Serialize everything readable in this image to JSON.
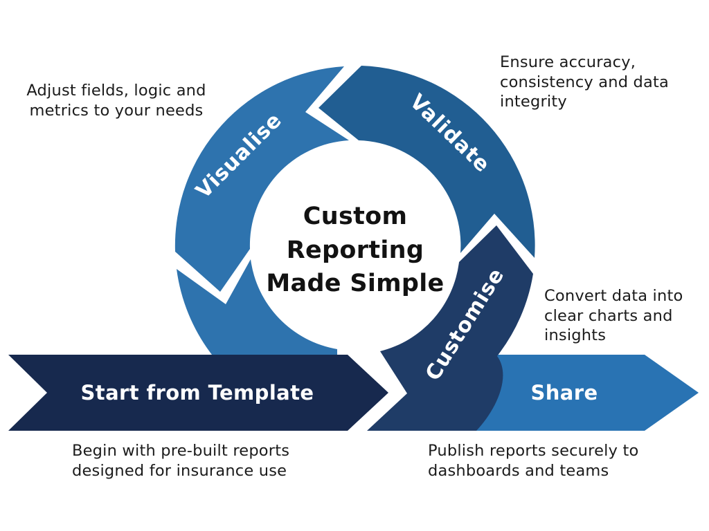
{
  "diagram": {
    "center_title": "Custom\nReporting\nMade Simple",
    "flow_arc_color": "#2E73AE",
    "segments": [
      {
        "label": "Visualise",
        "color": "#2E73AE",
        "description": "Adjust fields, logic and\nmetrics to your needs"
      },
      {
        "label": "Validate",
        "color": "#215E92",
        "description": "Ensure accuracy,\nconsistency and data\nintegrity"
      },
      {
        "label": "Customise",
        "color": "#1F3C67",
        "description": "Convert data into\nclear charts and\ninsights"
      }
    ],
    "banners": [
      {
        "label": "Start from Template",
        "color": "#17294E",
        "description": "Begin with pre-built reports\ndesigned for insurance use"
      },
      {
        "label": "Share",
        "color": "#2973B3",
        "description": "Publish reports securely to\ndashboards and teams"
      }
    ]
  }
}
